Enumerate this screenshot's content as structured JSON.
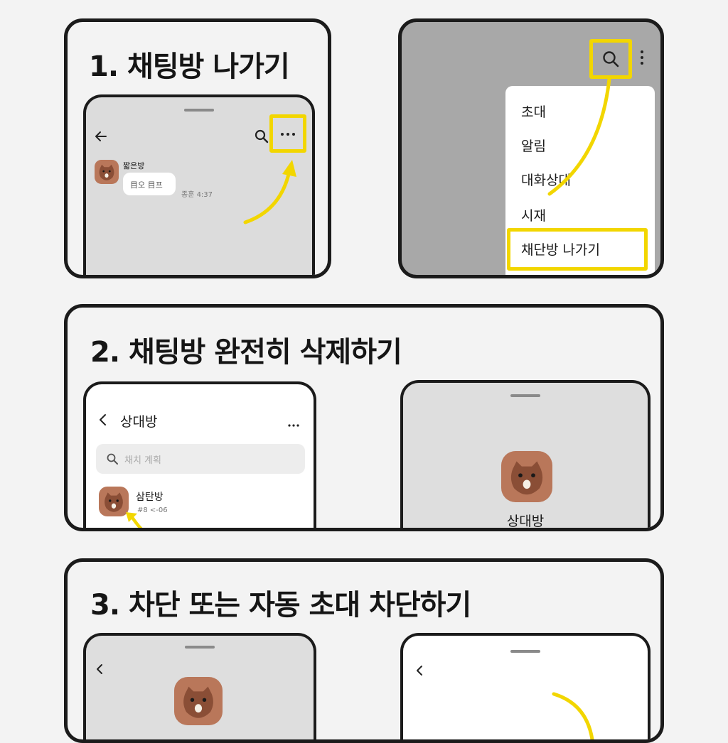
{
  "colors": {
    "highlight": "#f2d600",
    "avatar": "#b9775a",
    "panel_gray": "#a8a8a8",
    "screen_gray": "#dedede"
  },
  "step1": {
    "title": "1. 채팅방 나가기",
    "chat": {
      "sender": "짧은방",
      "bubble": "目오 目프",
      "time": "종훈 4:37"
    },
    "menu": {
      "items": [
        "초대",
        "알림",
        "대화상대",
        "시재"
      ],
      "leave": "채단방 나가기"
    }
  },
  "step2": {
    "title": "2. 채팅방 완전히 삭제하기",
    "list": {
      "header_title": "상대방",
      "search_placeholder": "채치 계획",
      "item_name": "삼탄방",
      "item_sub": "#8 <-06"
    },
    "profile": {
      "name": "상대방"
    }
  },
  "step3": {
    "title": "3. 차단 또는 자동 초대 차단하기"
  }
}
